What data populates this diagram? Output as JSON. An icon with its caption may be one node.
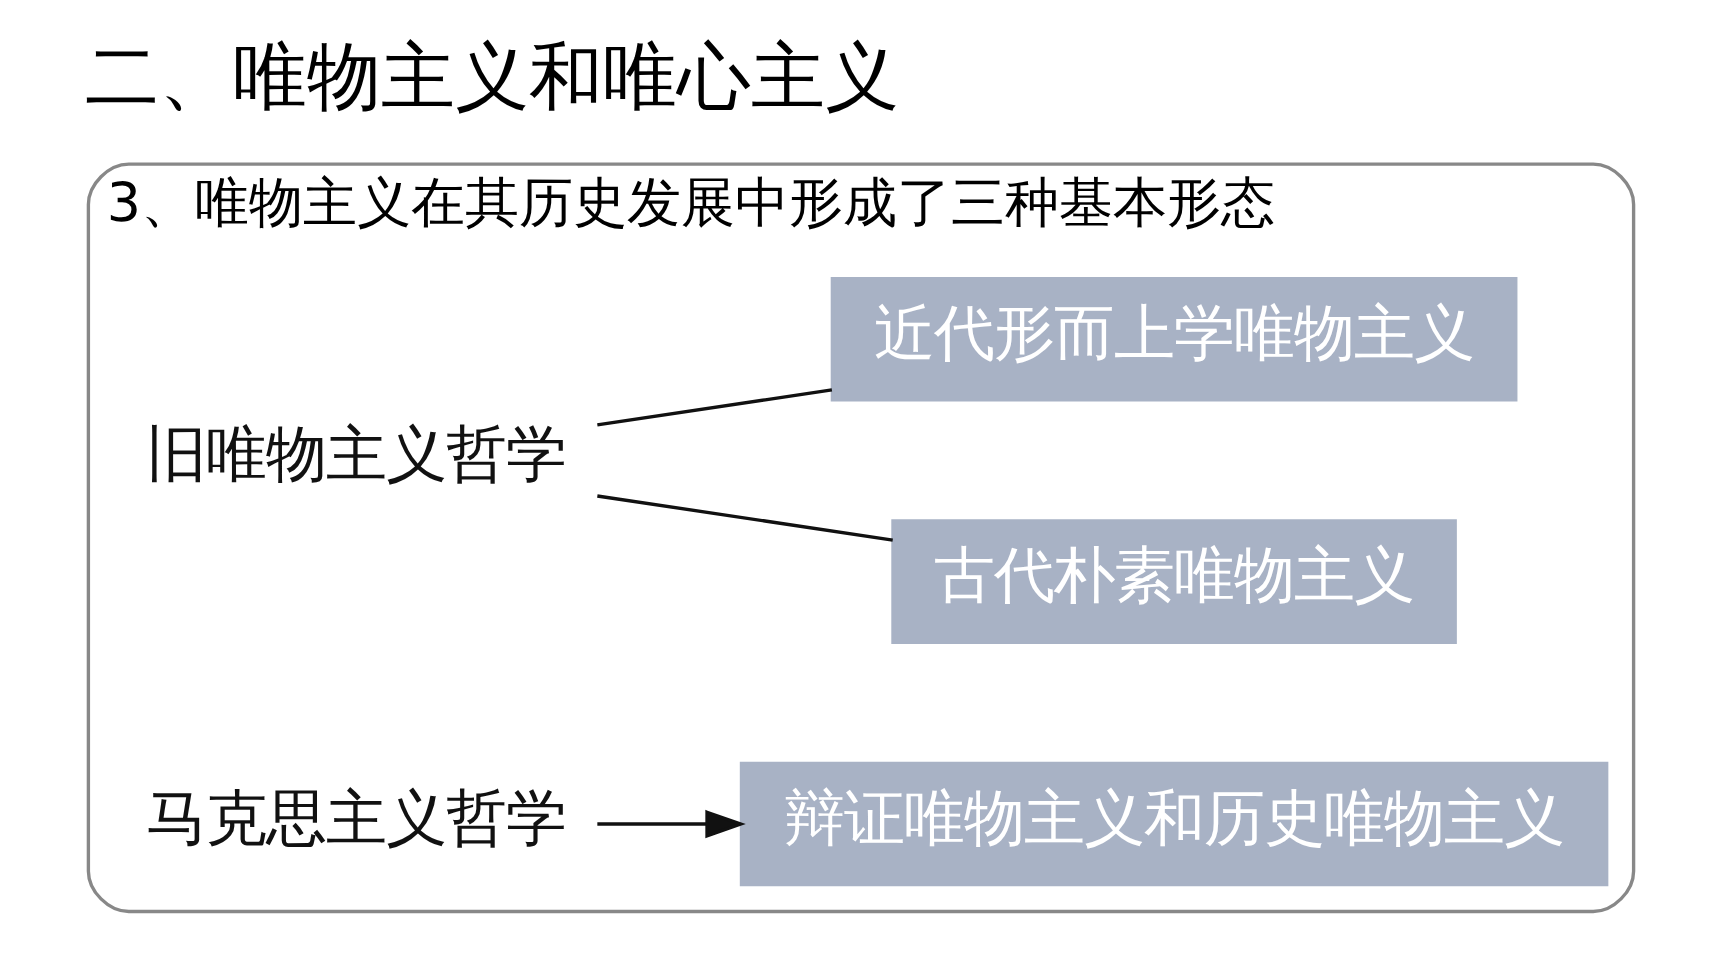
{
  "diagram": {
    "title": "二、唯物主义和唯心主义",
    "nodes": [
      {
        "text": [
          "3、唯物主义在其历史发展中形成了三种基本形态"
        ]
      },
      {
        "text": [
          "旧唯物主义哲学"
        ],
        "in": 0
      },
      {
        "text": [
          "古代朴素唯物主义"
        ],
        "in": 0
      },
      {
        "text": [
          "近代形而上学唯物主义"
        ],
        "in": 0
      },
      {
        "text": [
          "马克思主义哲学"
        ],
        "in": 0
      },
      {
        "text": [
          "辩证唯物主义和历史唯物主义"
        ],
        "in": 0
      }
    ],
    "edges": [
      {
        "from": 1,
        "to": 2,
        "arrow": "none"
      },
      {
        "from": 1,
        "to": 3,
        "arrow": "none"
      },
      {
        "from": 4,
        "to": 5,
        "arrow": "to"
      }
    ]
  }
}
